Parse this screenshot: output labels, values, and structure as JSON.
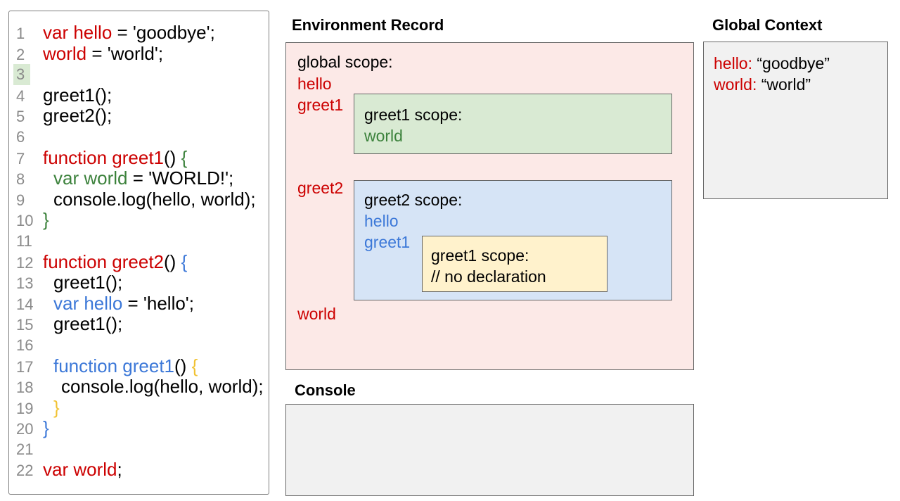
{
  "colors": {
    "keyword_red": "#cc0000",
    "scope_green_text": "#3c823c",
    "scope_blue_text": "#3c78d8",
    "brace_yellow": "#f1c232",
    "line_number_gray": "#8a8a8a",
    "global_panel_bg": "#fce9e7",
    "greet1_box_bg": "#d9ead3",
    "greet2_box_bg": "#d6e4f6",
    "inner_greet1_box_bg": "#fff2cc",
    "neutral_box_bg": "#f1f1f1",
    "line_highlight_bg": "#d9ead3"
  },
  "code": {
    "lines": [
      {
        "num": "1",
        "indent": 0,
        "segments": [
          {
            "t": "var hello",
            "c": "r"
          },
          {
            "t": " = 'goodbye';",
            "c": "k"
          }
        ]
      },
      {
        "num": "2",
        "indent": 0,
        "segments": [
          {
            "t": "world",
            "c": "r"
          },
          {
            "t": " = 'world';",
            "c": "k"
          }
        ]
      },
      {
        "num": "3",
        "indent": 0,
        "highlight": true,
        "segments": []
      },
      {
        "num": "4",
        "indent": 0,
        "segments": [
          {
            "t": "greet1();",
            "c": "k"
          }
        ]
      },
      {
        "num": "5",
        "indent": 0,
        "segments": [
          {
            "t": "greet2();",
            "c": "k"
          }
        ]
      },
      {
        "num": "6",
        "indent": 0,
        "segments": []
      },
      {
        "num": "7",
        "indent": 0,
        "segments": [
          {
            "t": "function greet1",
            "c": "r"
          },
          {
            "t": "() ",
            "c": "k"
          },
          {
            "t": "{",
            "c": "g"
          }
        ]
      },
      {
        "num": "8",
        "indent": 1,
        "segments": [
          {
            "t": "var world",
            "c": "g"
          },
          {
            "t": " = 'WORLD!';",
            "c": "k"
          }
        ]
      },
      {
        "num": "9",
        "indent": 1,
        "segments": [
          {
            "t": "console.log(hello, world);",
            "c": "k"
          }
        ]
      },
      {
        "num": "10",
        "indent": 0,
        "segments": [
          {
            "t": "}",
            "c": "g"
          }
        ]
      },
      {
        "num": "11",
        "indent": 0,
        "segments": []
      },
      {
        "num": "12",
        "indent": 0,
        "segments": [
          {
            "t": "function greet2",
            "c": "r"
          },
          {
            "t": "() ",
            "c": "k"
          },
          {
            "t": "{",
            "c": "b"
          }
        ]
      },
      {
        "num": "13",
        "indent": 1,
        "segments": [
          {
            "t": "greet1();",
            "c": "k"
          }
        ]
      },
      {
        "num": "14",
        "indent": 1,
        "segments": [
          {
            "t": "var hello",
            "c": "b"
          },
          {
            "t": " = 'hello';",
            "c": "k"
          }
        ]
      },
      {
        "num": "15",
        "indent": 1,
        "segments": [
          {
            "t": "greet1();",
            "c": "k"
          }
        ]
      },
      {
        "num": "16",
        "indent": 0,
        "segments": []
      },
      {
        "num": "17",
        "indent": 1,
        "segments": [
          {
            "t": "function greet1",
            "c": "b"
          },
          {
            "t": "() ",
            "c": "k"
          },
          {
            "t": "{",
            "c": "y"
          }
        ]
      },
      {
        "num": "18",
        "indent": 2,
        "segments": [
          {
            "t": "console.log(hello, world);",
            "c": "k"
          }
        ]
      },
      {
        "num": "19",
        "indent": 1,
        "segments": [
          {
            "t": "}",
            "c": "y"
          }
        ]
      },
      {
        "num": "20",
        "indent": 0,
        "segments": [
          {
            "t": "}",
            "c": "b"
          }
        ]
      },
      {
        "num": "21",
        "indent": 0,
        "segments": []
      },
      {
        "num": "22",
        "indent": 0,
        "segments": [
          {
            "t": "var world",
            "c": "r"
          },
          {
            "t": ";",
            "c": "k"
          }
        ]
      }
    ]
  },
  "environment_record": {
    "title": "Environment Record",
    "global_label": "global scope:",
    "vars": [
      "hello",
      "greet1",
      "greet2",
      "world"
    ],
    "greet1_box": {
      "title": "greet1 scope:",
      "vars": [
        "world"
      ]
    },
    "greet2_box": {
      "title": "greet2 scope:",
      "vars": [
        "hello",
        "greet1"
      ],
      "inner_box": {
        "title": "greet1 scope:",
        "comment": "// no declaration"
      }
    }
  },
  "global_context": {
    "title": "Global Context",
    "entries": [
      {
        "name": "hello:",
        "value": "“goodbye”"
      },
      {
        "name": "world:",
        "value": "“world”"
      }
    ]
  },
  "console": {
    "title": "Console"
  }
}
